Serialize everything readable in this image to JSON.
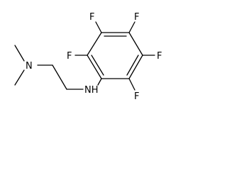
{
  "molecule": {
    "atoms": {
      "f_top_left": "F",
      "f_top_right": "F",
      "f_left": "F",
      "f_right": "F",
      "f_bottom": "F",
      "n_dimethyl": "N",
      "nh": "NH"
    }
  }
}
